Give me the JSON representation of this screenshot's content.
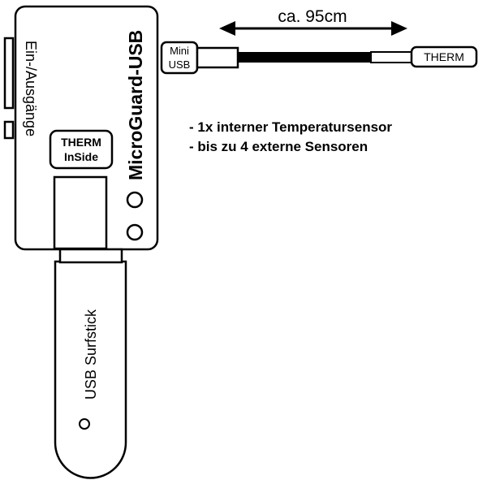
{
  "device": {
    "name": "MicroGuard-USB",
    "io_label": "Ein-/Ausgänge",
    "badge_line1": "THERM",
    "badge_line2": "InSide"
  },
  "connector": {
    "mini_line1": "Mini",
    "mini_line2": "USB",
    "therm_label": "THERM",
    "length_label": "ca. 95cm"
  },
  "features": [
    "- 1x interner Temperatursensor",
    "- bis zu 4 externe Sensoren"
  ],
  "stick": {
    "label": "USB Surfstick"
  },
  "colors": {
    "stroke": "#000000",
    "fill": "#ffffff",
    "cable": "#000000"
  }
}
